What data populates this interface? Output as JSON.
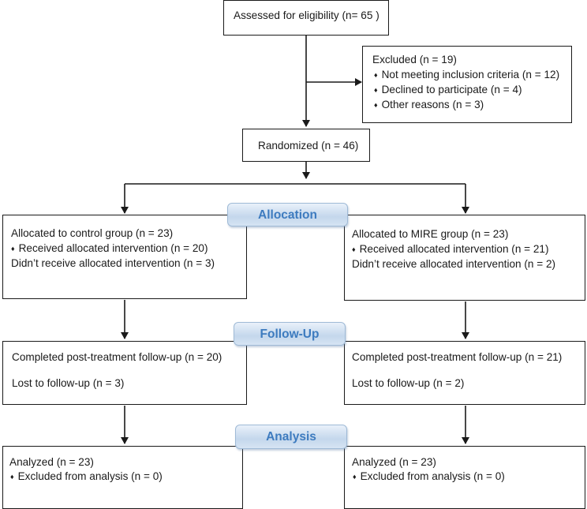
{
  "enrollment": {
    "assessed": "Assessed for eligibility (n= 65 )",
    "excluded": {
      "title": "Excluded (n = 19)",
      "items": [
        "Not meeting inclusion criteria (n = 12)",
        "Declined to participate (n = 4)",
        "Other reasons (n = 3)"
      ]
    },
    "randomized": "Randomized (n = 46)"
  },
  "stages": {
    "allocation": "Allocation",
    "follow_up": "Follow-Up",
    "analysis": "Analysis"
  },
  "control": {
    "allocated": "Allocated to control group (n = 23)",
    "received": "Received allocated intervention (n = 20)",
    "not_received": "Didn’t receive allocated intervention (n = 3)",
    "completed": "Completed post-treatment follow-up (n = 20)",
    "lost": "Lost to follow-up (n = 3)",
    "analyzed": "Analyzed (n = 23)",
    "excluded_analysis": "Excluded from analysis (n = 0)"
  },
  "mire": {
    "allocated": "Allocated to MIRE group (n = 23)",
    "received": "Received allocated intervention (n = 21)",
    "not_received": "Didn’t receive allocated intervention (n = 2)",
    "completed": "Completed post-treatment follow-up (n = 21)",
    "lost": "Lost to follow-up (n = 2)",
    "analyzed": "Analyzed (n = 23)",
    "excluded_analysis": "Excluded from analysis (n = 0)"
  },
  "bullet_glyph": "♦",
  "colors": {
    "stage_text": "#3d7bbf",
    "stage_fill": "#c4d7ec",
    "line": "#1a1a1a"
  }
}
